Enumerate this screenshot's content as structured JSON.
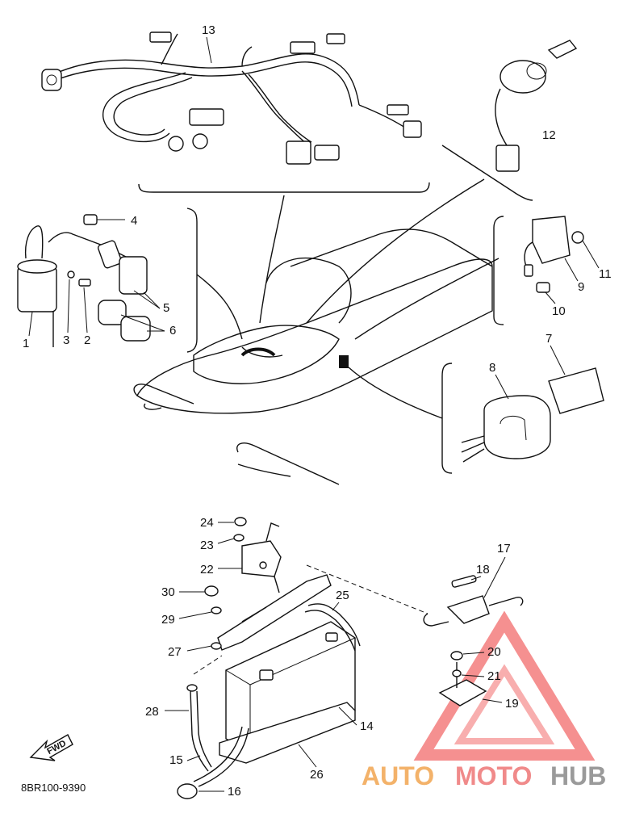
{
  "diagram_code": "8BR100-9390",
  "fwd_label": "FWD",
  "watermark": {
    "part1": "AUTO",
    "part2": "MOTO",
    "part3": "HUB",
    "color1": "#f3b26a",
    "color2": "#f08a8a",
    "color3": "#9a9a9a",
    "triangle_color": "#f26b6b"
  },
  "callouts": [
    "1",
    "2",
    "3",
    "4",
    "5",
    "6",
    "7",
    "8",
    "9",
    "10",
    "11",
    "12",
    "13",
    "14",
    "15",
    "16",
    "17",
    "18",
    "19",
    "20",
    "21",
    "22",
    "23",
    "24",
    "25",
    "26",
    "27",
    "28",
    "29",
    "30"
  ]
}
